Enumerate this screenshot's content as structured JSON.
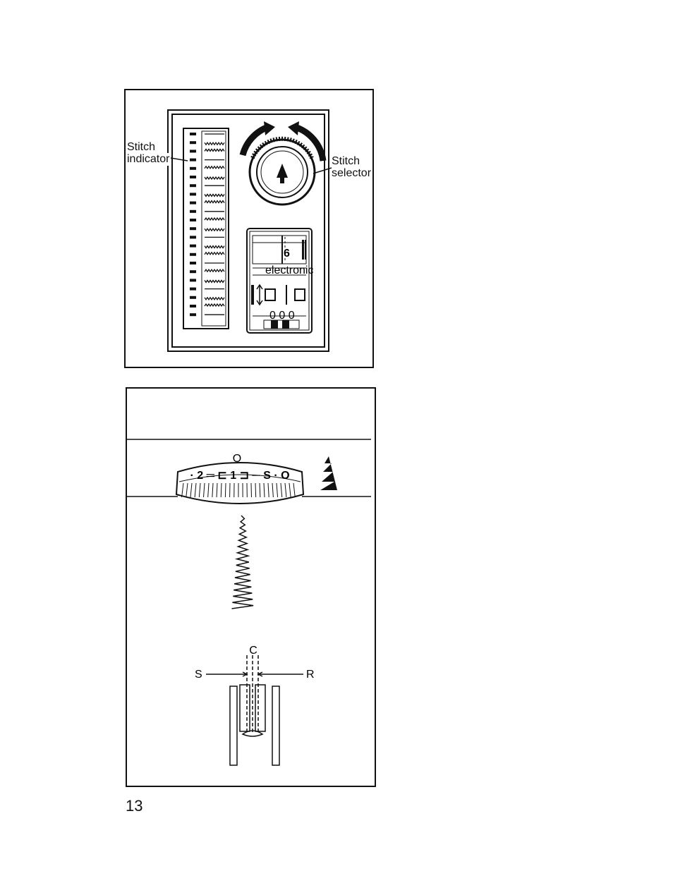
{
  "figure1": {
    "stitch_indicator_line1": "Stitch",
    "stitch_indicator_line2": "indicator",
    "stitch_selector_line1": "Stitch",
    "stitch_selector_line2": "selector",
    "width_value": "6",
    "brand": "electronic",
    "slider_scale": "0  0  0"
  },
  "figure2": {
    "dial_marker": "O",
    "dial_numbers": "· 2 ═ ⊏ 1 ⊐ ─ S · O",
    "label_c": "C",
    "label_s": "S",
    "label_r": "R"
  },
  "page_number": "13"
}
